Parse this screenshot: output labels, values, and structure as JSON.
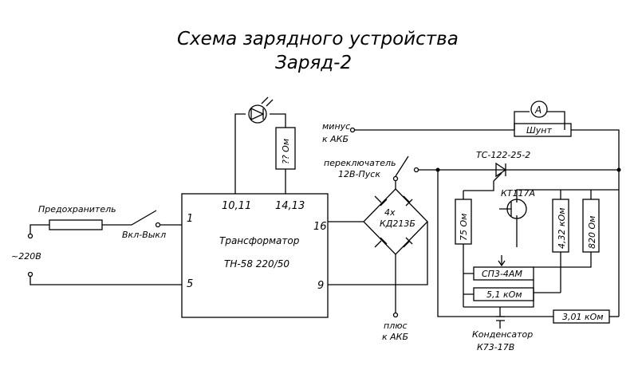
{
  "title": {
    "line1": "Схема зарядного устройства",
    "line2": "Заряд-2"
  },
  "labels": {
    "fuse": "Предохранитель",
    "switch_power": "Вкл-Выкл",
    "mains": "~220В",
    "transformer_name": "Трансформатор",
    "transformer_model": "ТН-58 220/50",
    "pin_1": "1",
    "pin_5": "5",
    "pin_1011": "10,11",
    "pin_1413": "14,13",
    "pin_16": "16",
    "pin_9": "9",
    "resistor_unknown": "?? Ом",
    "minus_line1": "минус",
    "minus_line2": "к АКБ",
    "switch_mode_line1": "переключатель",
    "switch_mode_line2": "12В-Пуск",
    "bridge_line1": "4x",
    "bridge_line2": "КД213Б",
    "plus_line1": "плюс",
    "plus_line2": "к АКБ",
    "ammeter": "A",
    "shunt": "Шунт",
    "thyristor": "ТС-122-25-2",
    "transistor": "КТ117А",
    "r75": "75 Ом",
    "r432": "4,32 кОм",
    "r820": "820 Ом",
    "pot": "СП3-4АМ",
    "r51": "5,1 кОм",
    "r301": "3,01 кОм",
    "cap_line1": "Конденсатор",
    "cap_line2": "К73-17В"
  }
}
